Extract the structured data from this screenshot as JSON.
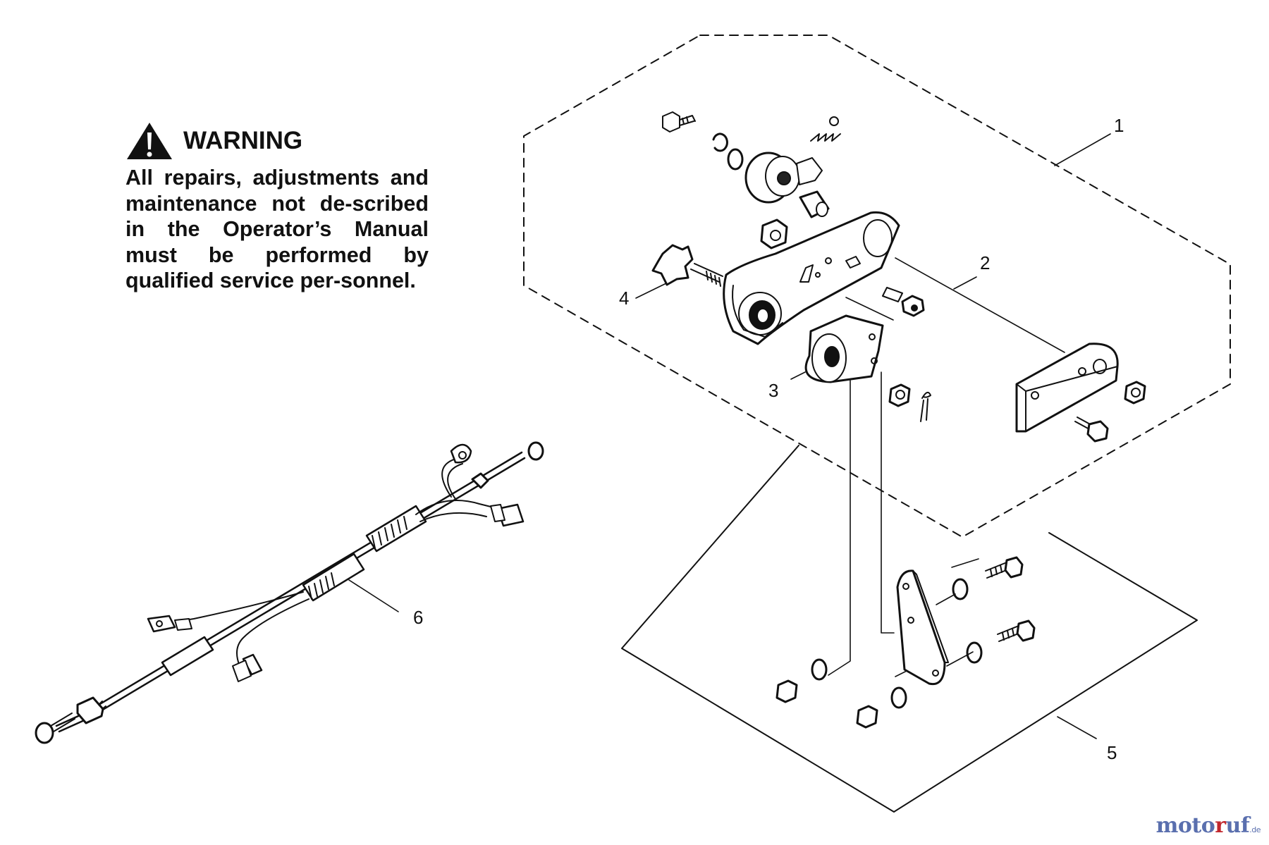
{
  "warning": {
    "title": "WARNING",
    "text": "All repairs, adjustments and maintenance not de-scribed in the Operator’s Manual must be performed by qualified service per-sonnel."
  },
  "callouts": [
    "1",
    "2",
    "3",
    "4",
    "5",
    "6"
  ],
  "watermark": {
    "part1": "moto",
    "part2": "r",
    "part3": "uf",
    "tld": ".de"
  },
  "colors": {
    "ink": "#111111",
    "watermark_blue": "#5a6fae",
    "watermark_red": "#c1272d"
  }
}
